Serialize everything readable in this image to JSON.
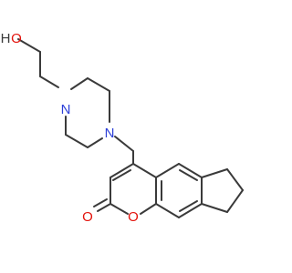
{
  "molecule": {
    "atoms": {
      "H_label": "H",
      "O_hydroxyl": "O",
      "N_top": "N",
      "N_bottom": "N",
      "O_carbonyl": "O",
      "O_ring": "O"
    },
    "colors": {
      "bond": "#3a3a3a",
      "nitrogen": "#2c3fd8",
      "oxygen": "#e3120b",
      "hydrogen": "#3a3a3a",
      "background": "#ffffff"
    }
  }
}
